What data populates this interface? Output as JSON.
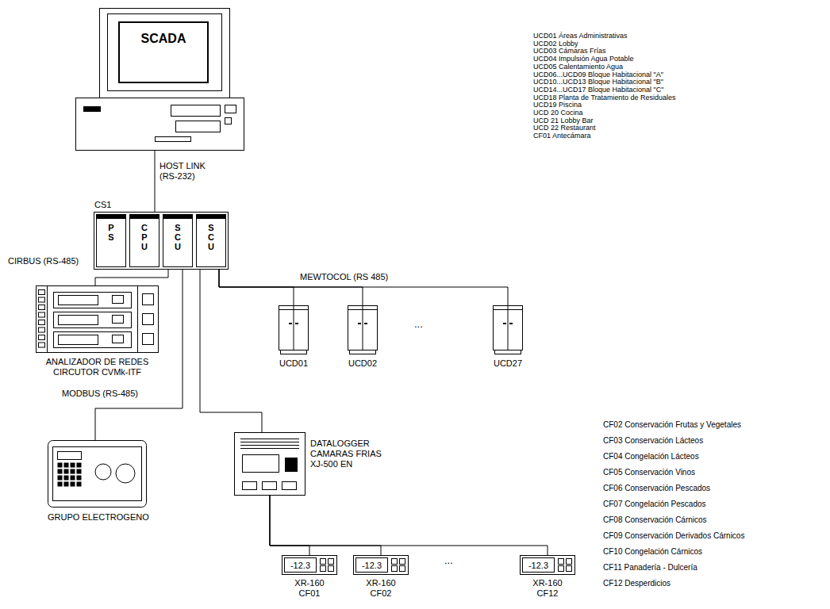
{
  "diagram": {
    "nodes": [
      {
        "text": [
          "SCADA"
        ]
      },
      {
        "text": [
          "CS1"
        ]
      },
      {
        "text": [
          "PS"
        ],
        "in": 1
      },
      {
        "text": [
          "CPU"
        ],
        "in": 1
      },
      {
        "text": [
          "SCU"
        ],
        "in": 1
      },
      {
        "text": [
          "SCU"
        ],
        "in": 1
      },
      {
        "text": [
          "ANALIZADOR DE REDES CIRCUTOR CVMk-ITF"
        ]
      },
      {
        "text": [
          "GRUPO ELECTROGENO"
        ]
      },
      {
        "text": [
          "DATALOGGER CAMARAS FRIAS XJ-500 EN"
        ]
      },
      {
        "text": [
          "UCD01"
        ]
      },
      {
        "text": [
          "UCD02"
        ]
      },
      {
        "text": [
          "UCD27"
        ]
      },
      {
        "text": [
          "-12.3",
          "XR-160 CF01"
        ]
      },
      {
        "text": [
          "-12.3",
          "XR-160 CF02"
        ]
      },
      {
        "text": [
          "-12.3",
          "XR-160 CF12"
        ]
      }
    ],
    "edges": [
      {
        "from": 0,
        "to": 1,
        "arrow": "none",
        "label": "HOST LINK (RS-232)"
      },
      {
        "from": 4,
        "to": 6,
        "arrow": "none",
        "label": "CIRBUS (RS-485)"
      },
      {
        "from": 4,
        "to": 7,
        "arrow": "none",
        "label": "MODBUS (RS-485)"
      },
      {
        "from": 5,
        "to": 9,
        "arrow": "none",
        "label": "MEWTOCOL (RS 485)"
      },
      {
        "from": 5,
        "to": 10,
        "arrow": "none"
      },
      {
        "from": 5,
        "to": 11,
        "arrow": "none"
      },
      {
        "from": 5,
        "to": 8,
        "arrow": "none"
      },
      {
        "from": 8,
        "to": 12,
        "arrow": "none"
      },
      {
        "from": 8,
        "to": 13,
        "arrow": "none"
      },
      {
        "from": 8,
        "to": 14,
        "arrow": "none"
      }
    ],
    "labels": [
      "...",
      "...",
      "UCD01 Áreas Administrativas",
      "UCD02 Lobby",
      "UCD03 Cámaras Frías",
      "UCD04 Impulsión Agua Potable",
      "UCD05 Calentamiento Agua",
      "UCD06...UCD09 Bloque Habitacional \"A\"",
      "UCD10...UCD13 Bloque Habitacional \"B\"",
      "UCD14...UCD17 Bloque Habitacional \"C\"",
      "UCD18 Planta de Tratamiento de Residuales",
      "UCD19 Piscina",
      "UCD 20 Cocina",
      "UCD 21 Lobby Bar",
      "UCD 22 Restaurant",
      "CF01 Antecámara",
      "CF02 Conservación Frutas y Vegetales",
      "CF03 Conservación Lácteos",
      "CF04 Congelación Lácteos",
      "CF05 Conservación Vinos",
      "CF06 Conservación Pescados",
      "CF07 Congelación Pescados",
      "CF08 Conservación Cárnicos",
      "CF09 Conservación Derivados Cárnicos",
      "CF10 Congelación Cárnicos",
      "CF11 Panadería - Dulcería",
      "CF12 Desperdicios"
    ]
  }
}
